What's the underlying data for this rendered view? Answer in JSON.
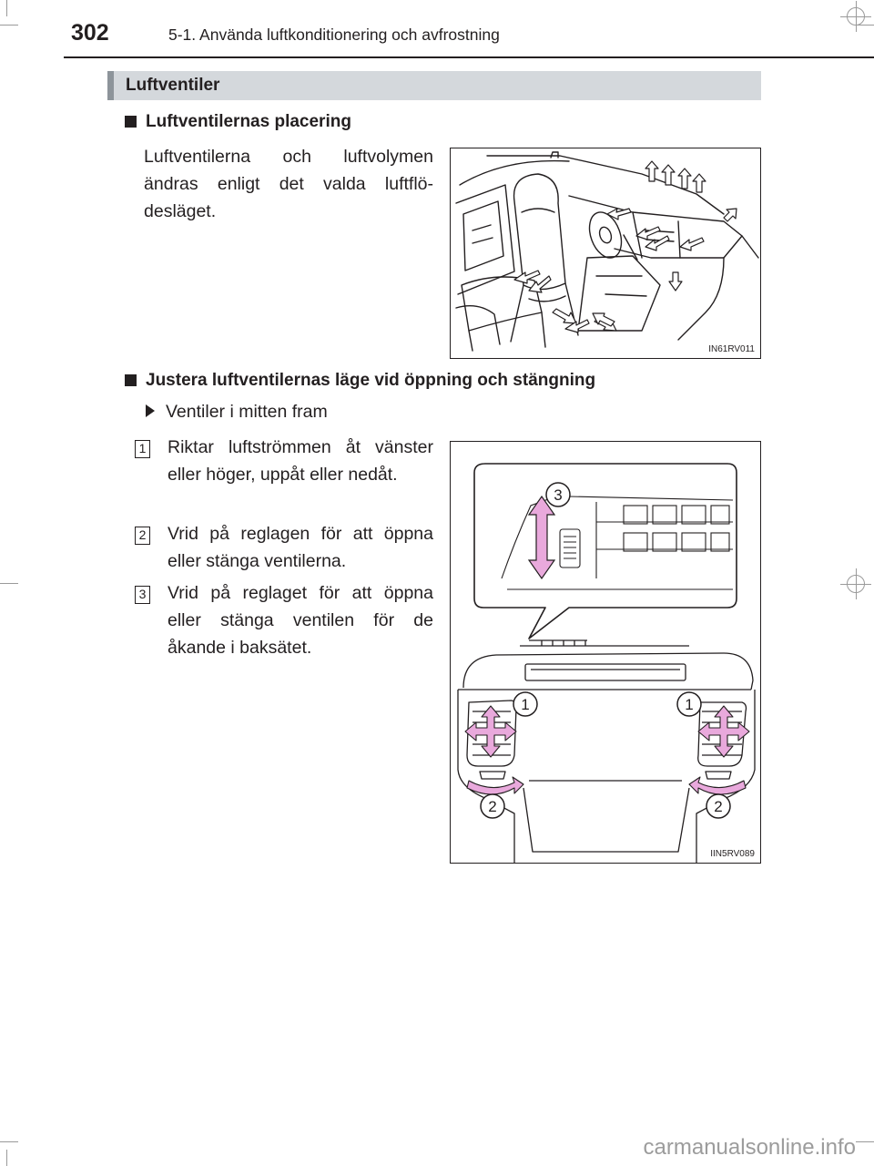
{
  "header": {
    "page_number": "302",
    "chapter_title": "5-1. Använda luftkonditionering och avfrostning"
  },
  "section": {
    "title": "Luftventiler"
  },
  "placement": {
    "heading": "Luftventilernas placering",
    "text": "Luftventilerna och luftvolymen ändras enligt det valda luftflö­desläget.",
    "figure_code": "IN61RV011"
  },
  "adjust": {
    "heading": "Justera luftventilernas läge vid öppning och stängning",
    "sub_item": "Ventiler i mitten fram",
    "steps": [
      {
        "number": "1",
        "text": "Riktar luftströmmen åt vän­ster eller höger, uppåt eller nedåt."
      },
      {
        "number": "2",
        "text": "Vrid på reglagen för att öpp­na eller stänga ventilerna."
      },
      {
        "number": "3",
        "text": "Vrid på reglaget för att öppna eller stänga ventilen för de åkande i baksätet."
      }
    ],
    "figure_code": "IIN5RV089",
    "callouts": {
      "one": "1",
      "two": "2",
      "three": "3"
    }
  },
  "colors": {
    "section_bar": "#d4d8dc",
    "section_bar_accent": "#8d949a",
    "arrow_fill": "#e9a9dc",
    "text": "#231f20"
  },
  "icons": {
    "square_bullet": "square-bullet-icon",
    "triangle_bullet": "triangle-bullet-icon"
  },
  "watermark": "carmanualsonline.info"
}
